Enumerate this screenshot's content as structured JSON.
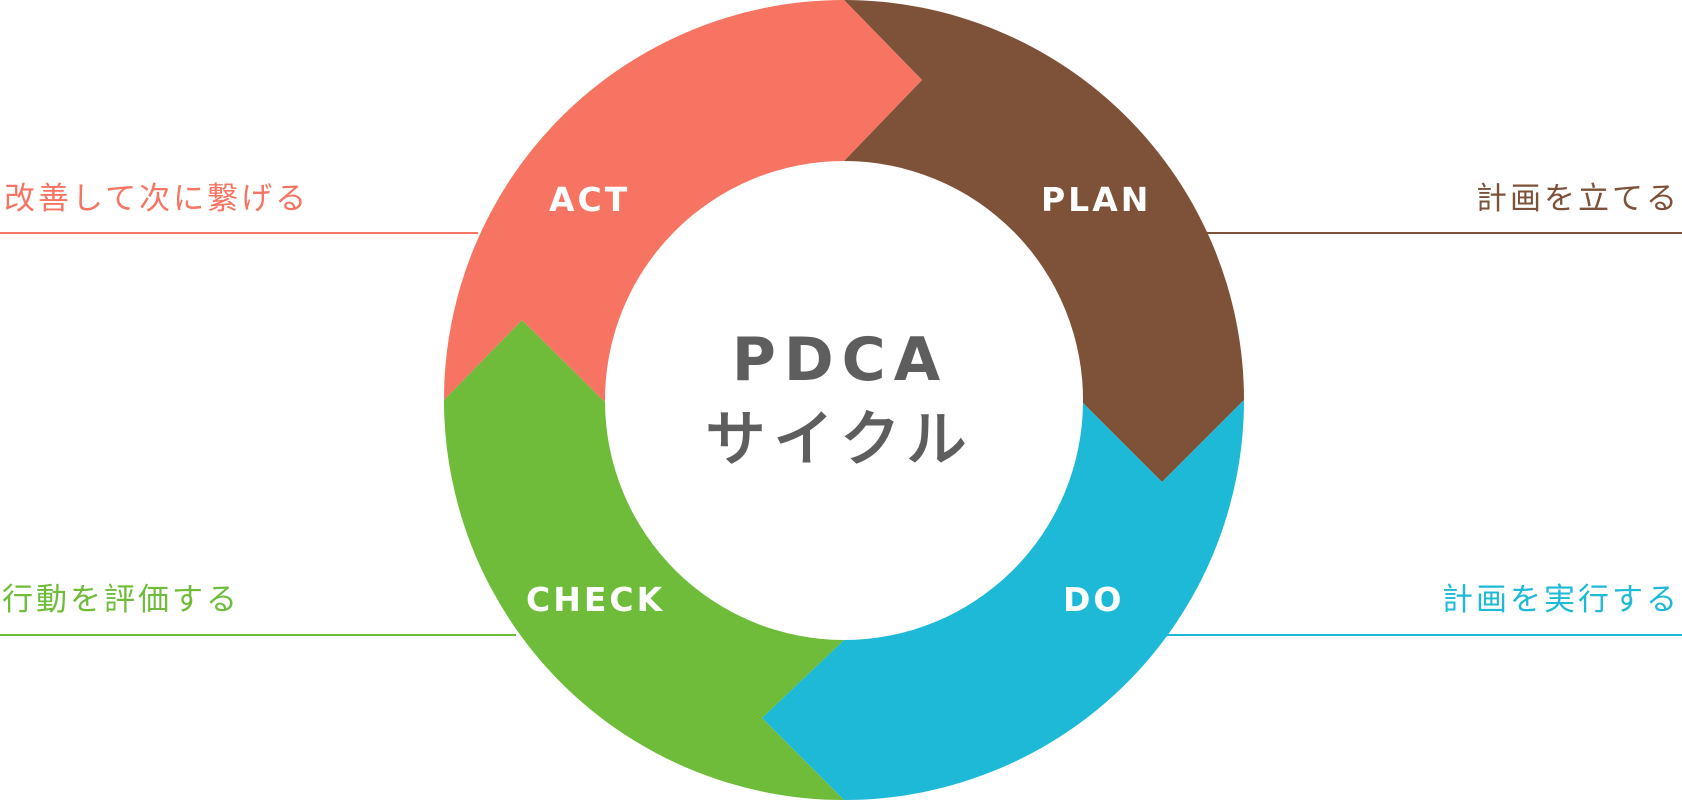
{
  "colors": {
    "plan": "#7E5139",
    "do": "#1DB9D6",
    "check": "#6EBC3A",
    "act": "#F77462",
    "center_text": "#5E5E5E"
  },
  "center": {
    "line1": "PDCA",
    "line2": "サイクル"
  },
  "segments": {
    "plan": {
      "label": "PLAN",
      "description": "計画を立てる"
    },
    "do": {
      "label": "DO",
      "description": "計画を実行する"
    },
    "check": {
      "label": "CHECK",
      "description": "行動を評価する"
    },
    "act": {
      "label": "ACT",
      "description": "改善して次に繋げる"
    }
  }
}
